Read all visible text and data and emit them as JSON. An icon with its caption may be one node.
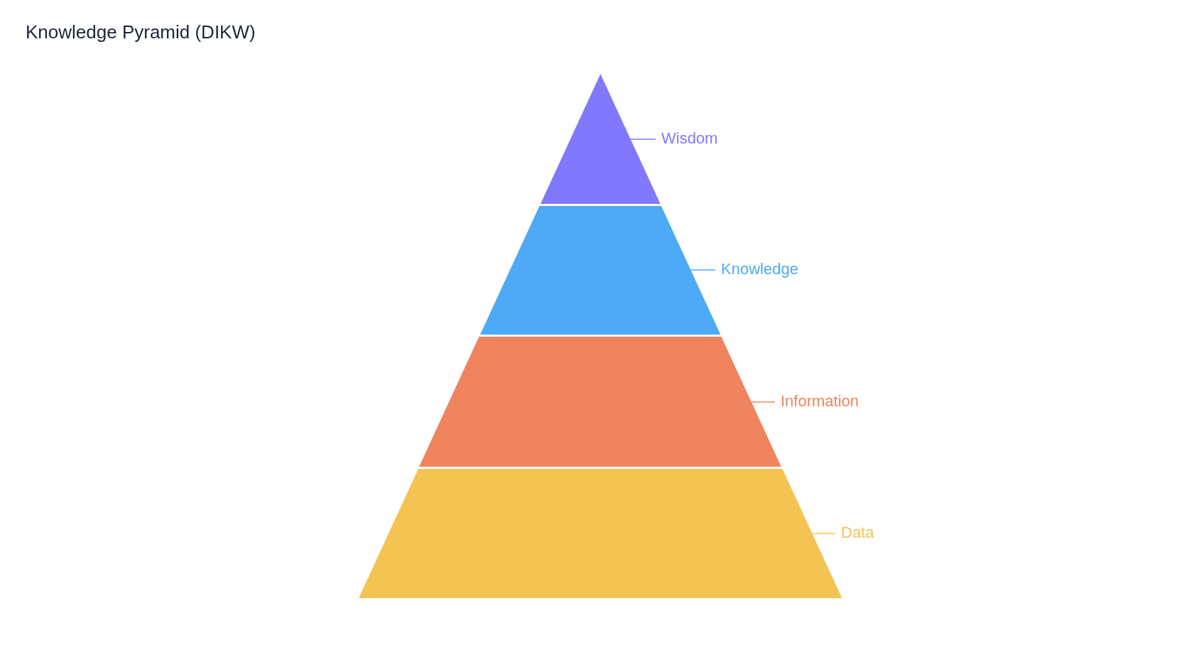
{
  "diagram": {
    "title": "Knowledge Pyramid (DIKW)",
    "nodes": [
      {
        "text": [],
        "shape": "triangle"
      },
      {
        "text": [],
        "shape": "trapezoid"
      },
      {
        "text": [],
        "shape": "trapezoid"
      },
      {
        "text": [],
        "shape": "trapezoid"
      },
      {
        "text": [
          "Wisdom"
        ]
      },
      {
        "text": [
          "Knowledge"
        ]
      },
      {
        "text": [
          "Information"
        ]
      },
      {
        "text": [
          "Data"
        ]
      }
    ],
    "edges": [
      {
        "from": 4,
        "to": 0,
        "arrow": "none",
        "color": "#8079ff"
      },
      {
        "from": 5,
        "to": 1,
        "arrow": "none",
        "color": "#4eaaf7"
      },
      {
        "from": 6,
        "to": 2,
        "arrow": "none",
        "color": "#ef845f"
      },
      {
        "from": 7,
        "to": 3,
        "arrow": "none",
        "color": "#f4c453"
      }
    ]
  }
}
